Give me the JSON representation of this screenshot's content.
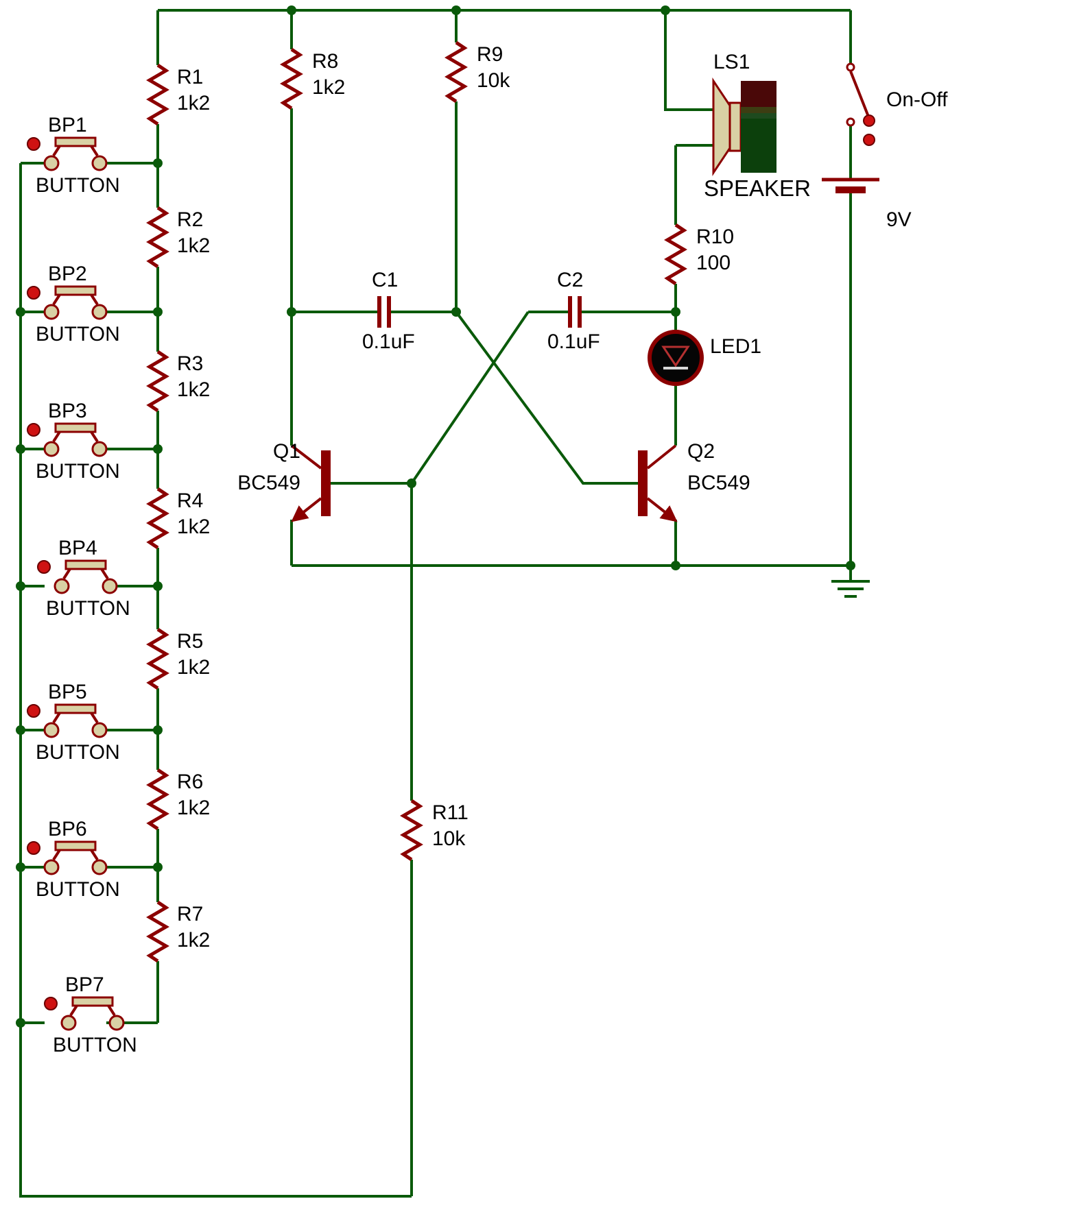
{
  "diagram": {
    "type": "circuit-schematic",
    "description": "Two-transistor astable multivibrator toy organ with button-selected resistor chain"
  },
  "colors": {
    "wire": "#0A5A0A",
    "component": "#8B0000",
    "component_fill": "#D9D1A5",
    "text": "#000000",
    "background": "#FFFFFF",
    "led_body": "#000000",
    "magnet_green": "#0C400C",
    "magnet_red": "#4A0808"
  },
  "components": {
    "resistors": [
      {
        "ref": "R1",
        "value": "1k2"
      },
      {
        "ref": "R2",
        "value": "1k2"
      },
      {
        "ref": "R3",
        "value": "1k2"
      },
      {
        "ref": "R4",
        "value": "1k2"
      },
      {
        "ref": "R5",
        "value": "1k2"
      },
      {
        "ref": "R6",
        "value": "1k2"
      },
      {
        "ref": "R7",
        "value": "1k2"
      },
      {
        "ref": "R8",
        "value": "1k2"
      },
      {
        "ref": "R9",
        "value": "10k"
      },
      {
        "ref": "R10",
        "value": "100"
      },
      {
        "ref": "R11",
        "value": "10k"
      }
    ],
    "buttons": [
      {
        "ref": "BP1",
        "label": "BUTTON"
      },
      {
        "ref": "BP2",
        "label": "BUTTON"
      },
      {
        "ref": "BP3",
        "label": "BUTTON"
      },
      {
        "ref": "BP4",
        "label": "BUTTON"
      },
      {
        "ref": "BP5",
        "label": "BUTTON"
      },
      {
        "ref": "BP6",
        "label": "BUTTON"
      },
      {
        "ref": "BP7",
        "label": "BUTTON"
      }
    ],
    "capacitors": [
      {
        "ref": "C1",
        "value": "0.1uF"
      },
      {
        "ref": "C2",
        "value": "0.1uF"
      }
    ],
    "transistors": [
      {
        "ref": "Q1",
        "value": "BC549"
      },
      {
        "ref": "Q2",
        "value": "BC549"
      }
    ],
    "led": {
      "ref": "LED1"
    },
    "speaker": {
      "ref": "LS1",
      "label": "SPEAKER"
    },
    "switch": {
      "label": "On-Off"
    },
    "battery": {
      "value": "9V"
    }
  }
}
